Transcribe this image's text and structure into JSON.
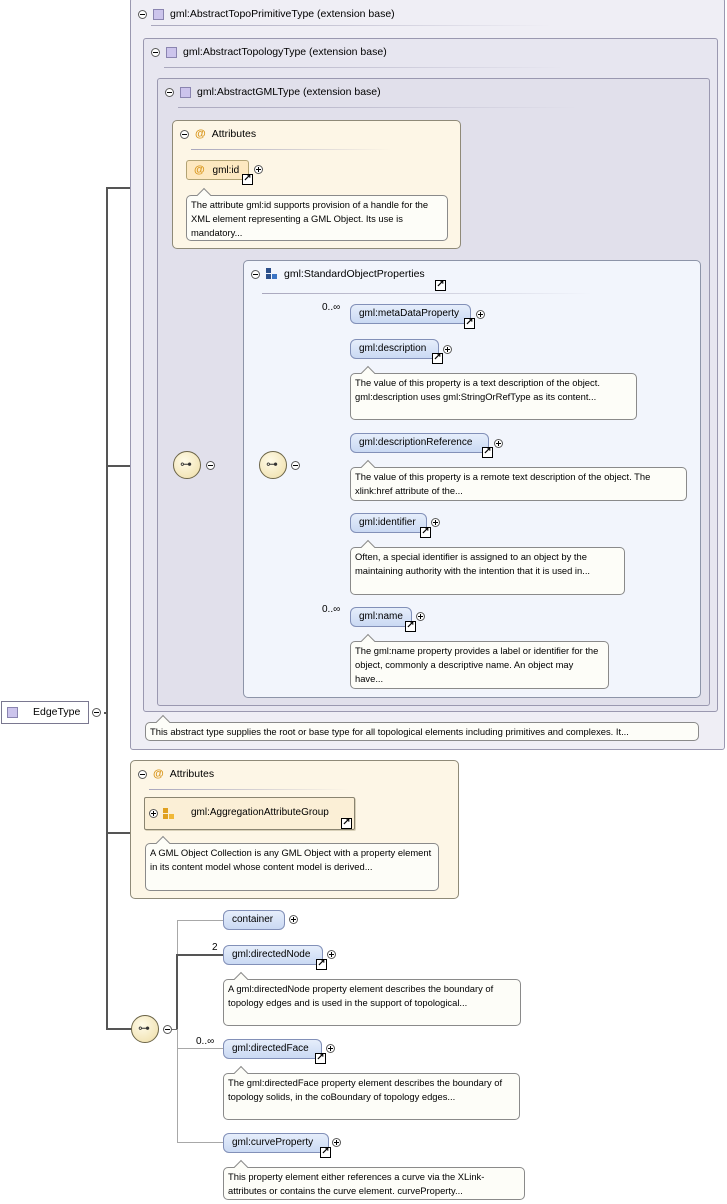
{
  "root": {
    "label": "EdgeType"
  },
  "extensions": [
    {
      "label": "gml:AbstractTopoPrimitiveType (extension base)"
    },
    {
      "label": "gml:AbstractTopologyType (extension base)"
    },
    {
      "label": "gml:AbstractGMLType (extension base)"
    }
  ],
  "gml_attributes": {
    "title": "Attributes",
    "id": {
      "label": "gml:id",
      "doc": "The attribute gml:id supports provision of a handle for the XML element representing a GML Object. Its use is mandatory..."
    }
  },
  "standard_props": {
    "label": "gml:StandardObjectProperties",
    "elements": [
      {
        "label": "gml:metaDataProperty",
        "mult": "0..∞",
        "doc": ""
      },
      {
        "label": "gml:description",
        "mult": "",
        "doc": "The value of this property is a text description of the object. gml:description uses gml:StringOrRefType as its content..."
      },
      {
        "label": "gml:descriptionReference",
        "mult": "",
        "doc": "The value of this property is a remote text description of the object. The xlink:href attribute of the..."
      },
      {
        "label": "gml:identifier",
        "mult": "",
        "doc": "Often, a special identifier is assigned to an object by the maintaining authority with the intention that it is used in..."
      },
      {
        "label": "gml:name",
        "mult": "0..∞",
        "doc": "The gml:name property provides a label or identifier for the object, commonly a descriptive name. An object may have..."
      }
    ]
  },
  "topo_doc": "This abstract type supplies the root or base type for all topological elements including primitives and complexes. It...",
  "edge_attributes": {
    "title": "Attributes",
    "group": {
      "label": "gml:AggregationAttributeGroup",
      "doc": "A GML Object Collection is any GML Object with a property element in its content model whose content model is derived..."
    }
  },
  "edge_seq": [
    {
      "label": "container",
      "mult": "",
      "doc": ""
    },
    {
      "label": "gml:directedNode",
      "mult": "2",
      "doc": "A gml:directedNode property element describes the boundary of topology edges and is used in the support of topological..."
    },
    {
      "label": "gml:directedFace",
      "mult": "0..∞",
      "doc": "The gml:directedFace property element describes the boundary of topology solids, in the coBoundary of topology edges..."
    },
    {
      "label": "gml:curveProperty",
      "mult": "",
      "doc": "This property element either references a curve via the XLink-attributes or contains the curve element. curveProperty..."
    }
  ],
  "colors": {
    "element_fill": "#cad9f3",
    "attribute_fill": "#fde8c0",
    "extension_border": "#9a98b0"
  }
}
